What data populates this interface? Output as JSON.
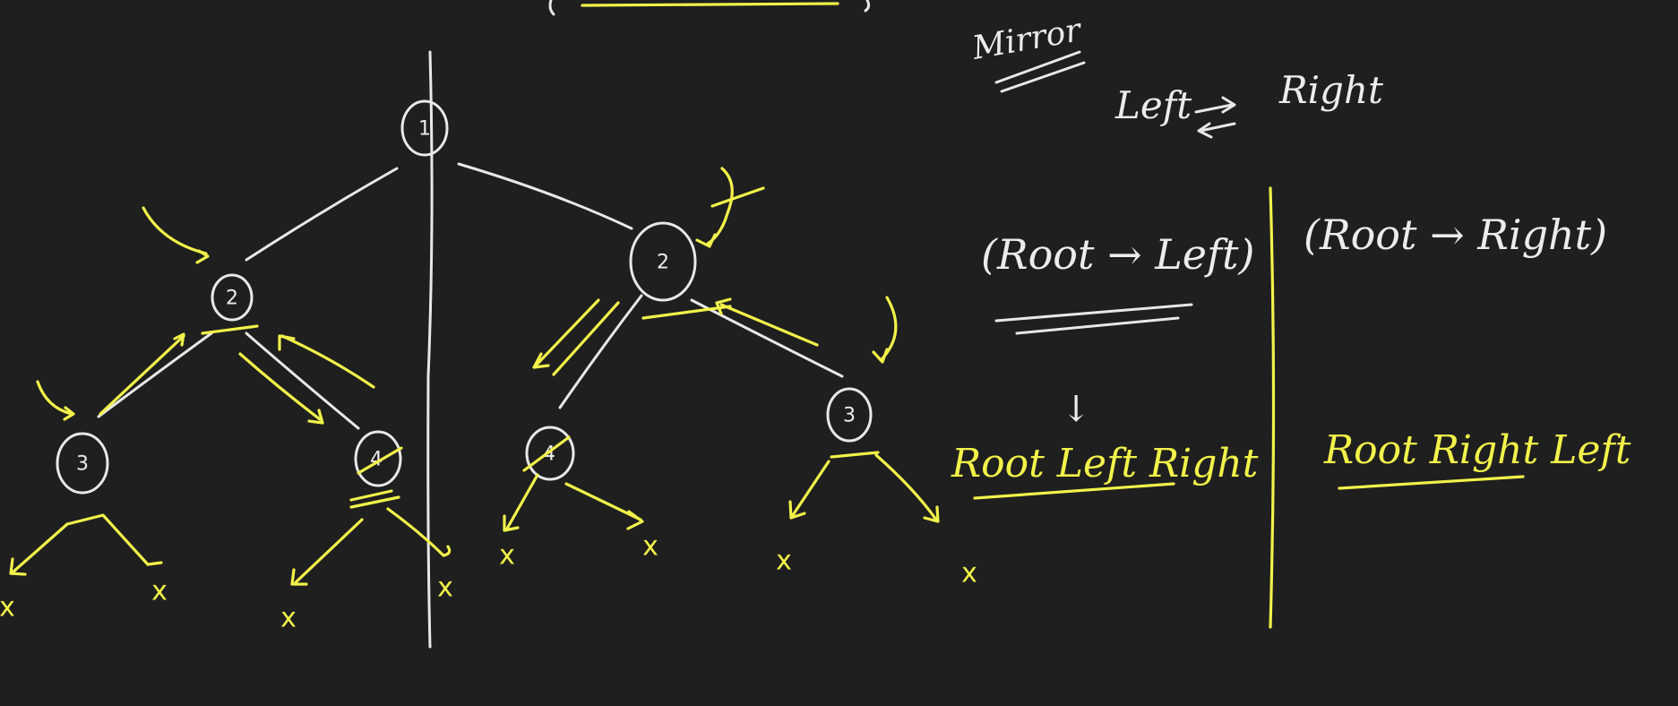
{
  "colors": {
    "background": "#1f1f1f",
    "chalk_white": "#e8e8e8",
    "chalk_yellow": "#f2f24a"
  },
  "tree_left": {
    "root": "1",
    "node_2": "2",
    "node_3": "3",
    "node_4": "4",
    "null_marks": [
      "x",
      "x",
      "x",
      "x"
    ]
  },
  "tree_right": {
    "node_2": "2",
    "node_4": "4",
    "node_3": "3",
    "null_marks": [
      "x",
      "x",
      "x",
      "x"
    ]
  },
  "notes": {
    "mirror": "Mirror",
    "swap_left": "Left",
    "swap_right": "Right",
    "paren_left": "(Root → Left)",
    "paren_right": "(Root → Right)",
    "down_arrow": "↓",
    "order_left": "Root Left Right",
    "order_right": "Root Right Left"
  }
}
